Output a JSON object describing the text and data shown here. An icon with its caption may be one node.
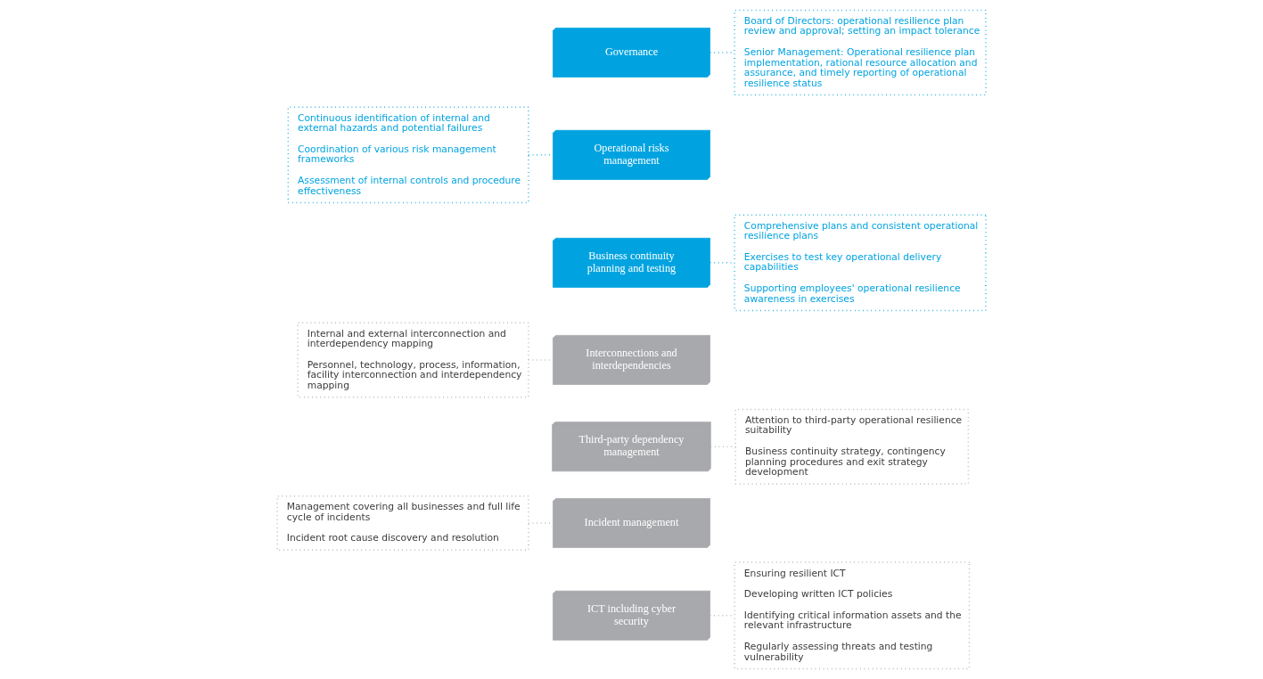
{
  "diagram": {
    "nodes": [
      {
        "text": [
          "Governance"
        ]
      },
      {
        "text": [
          "Operational risks management"
        ]
      },
      {
        "text": [
          "Business continuity planning and testing"
        ]
      },
      {
        "text": [
          "Interconnections and interdependencies"
        ]
      },
      {
        "text": [
          "Third-party dependency management"
        ]
      },
      {
        "text": [
          "Incident management"
        ]
      },
      {
        "text": [
          "ICT including cyber security"
        ]
      },
      {
        "text": [
          "Continuous identification of internal and external hazards and potential failures",
          "Coordination of various risk management frameworks",
          "Assessment of internal controls and procedure effectiveness"
        ]
      },
      {
        "text": [
          "Board of Directors: operational resilience plan review and approval; setting an impact tolerance",
          "Senior Management: Operational resilience plan implementation, rational resource allocation and assurance, and timely reporting of operational resilience status"
        ]
      },
      {
        "text": [
          "Comprehensive plans and consistent operational resilience plans",
          "Exercises to test key operational delivery capabilities",
          "Supporting employees' operational resilience awareness in exercises"
        ]
      },
      {
        "text": [
          "Internal and external interconnection and interdependency mapping",
          "Personnel, technology, process, information, facility interconnection and interdependency mapping"
        ]
      },
      {
        "text": [
          "Attention to third-party operational resilience suitability",
          "Business continuity strategy, contingency planning procedures and exit strategy development"
        ]
      },
      {
        "text": [
          "Management covering all businesses and full life cycle of incidents",
          "Incident root cause discovery and resolution"
        ]
      },
      {
        "text": [
          "Ensuring resilient ICT",
          "Developing written ICT policies",
          "Identifying critical information assets and the relevant infrastructure",
          "Regularly assessing threats and testing vulnerability"
        ]
      }
    ],
    "edges": [
      {
        "from": 0,
        "to": 8,
        "arrow": "none",
        "color": "#00a3e0"
      },
      {
        "from": 7,
        "to": 1,
        "arrow": "none",
        "color": "#00a3e0"
      },
      {
        "from": 2,
        "to": 9,
        "arrow": "none",
        "color": "#00a3e0"
      },
      {
        "from": 10,
        "to": 3,
        "arrow": "none"
      },
      {
        "from": 4,
        "to": 11,
        "arrow": "none"
      },
      {
        "from": 12,
        "to": 5,
        "arrow": "none"
      },
      {
        "from": 6,
        "to": 13,
        "arrow": "none"
      }
    ]
  }
}
